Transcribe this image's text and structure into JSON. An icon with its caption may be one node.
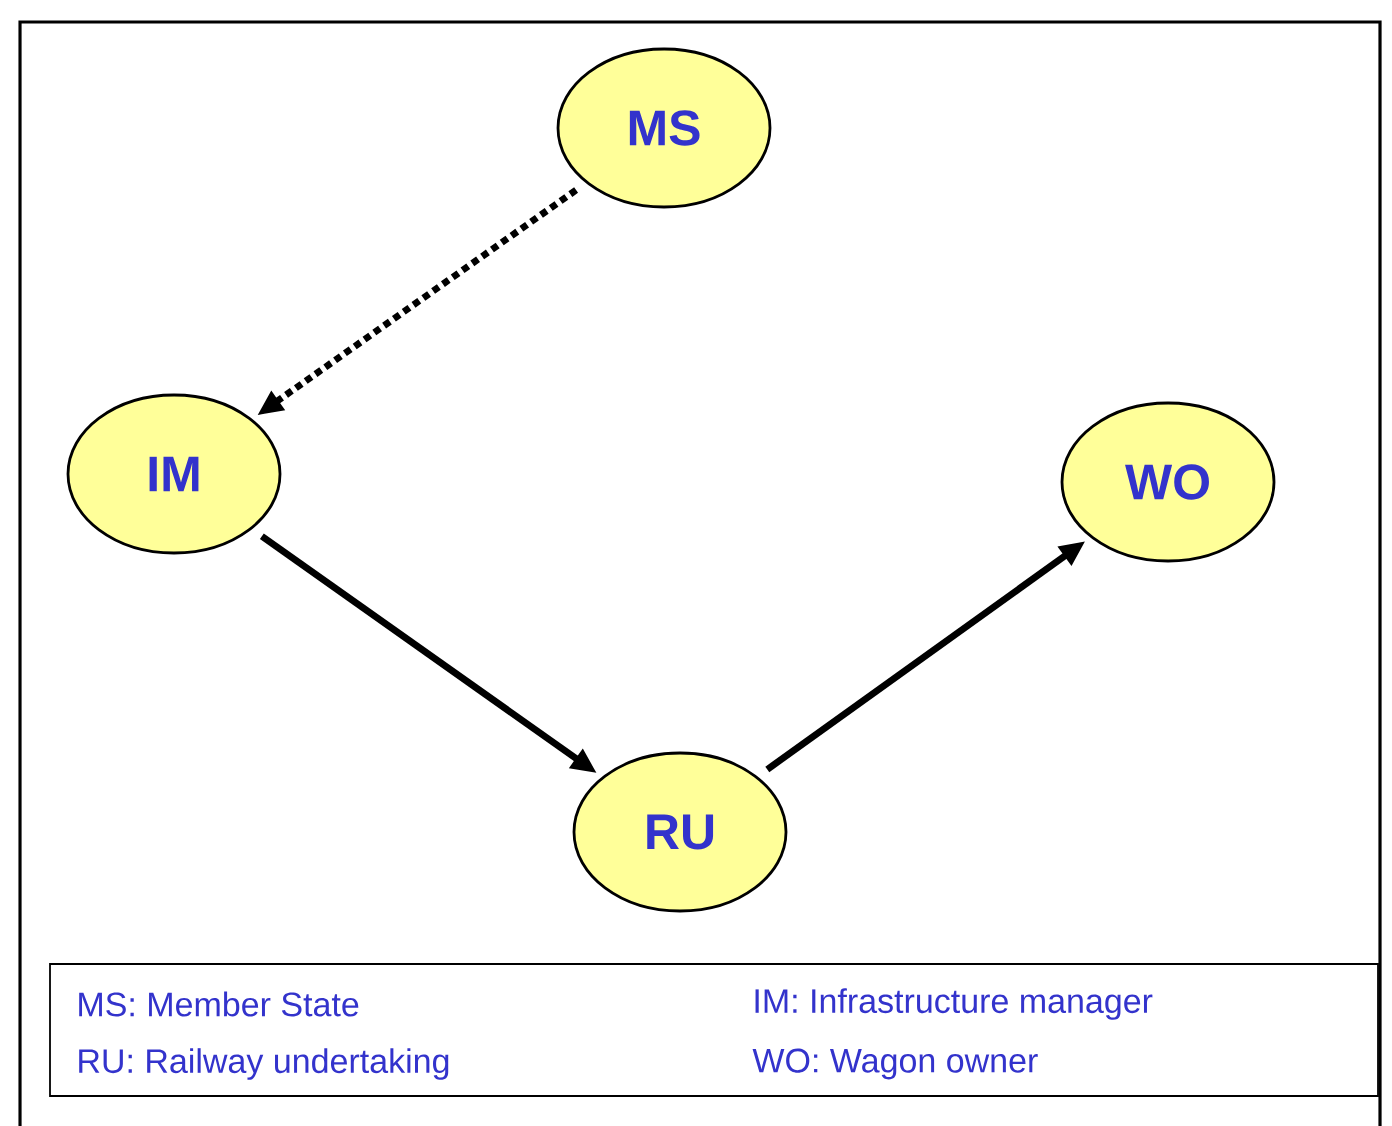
{
  "diagram": {
    "nodes": [
      {
        "text": [
          "MS"
        ]
      },
      {
        "text": [
          "IM"
        ]
      },
      {
        "text": [
          "WO"
        ]
      },
      {
        "text": [
          "RU"
        ]
      }
    ],
    "edges": [
      {
        "from": 0,
        "to": 1,
        "arrow": "to",
        "style": "dashed"
      },
      {
        "from": 1,
        "to": 3,
        "arrow": "to"
      },
      {
        "from": 3,
        "to": 2,
        "arrow": "to"
      }
    ],
    "labels": [
      "MS: Member State",
      "IM: Infrastructure manager",
      "RU: Railway undertaking",
      "WO: Wagon owner"
    ]
  }
}
